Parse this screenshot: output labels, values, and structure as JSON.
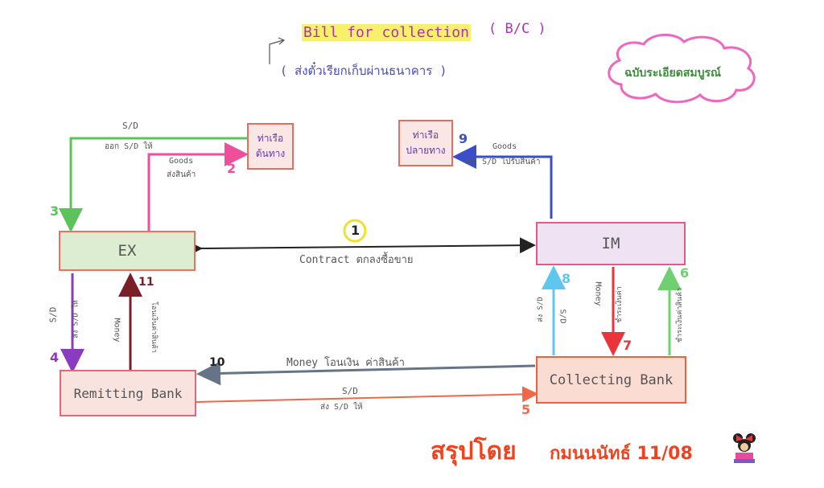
{
  "title": {
    "main": "Bill  for  collection",
    "abbr": "( B/C )",
    "thai": "( ส่งตั๋วเรียกเก็บผ่านธนาคาร )"
  },
  "cloud_text": "ฉบับระเอียดสมบูรณ์",
  "boxes": {
    "ex": "EX",
    "im": "IM",
    "remitting": "Remitting  Bank",
    "collecting": "Collecting  Bank",
    "port_origin": [
      "ท่าเรือ",
      "ต้นทาง"
    ],
    "port_dest": [
      "ท่าเรือ",
      "ปลายทาง"
    ]
  },
  "labels": {
    "sd_top": "S/D",
    "sd_top_thai": "ออก S/D ให้",
    "goods_left": "Goods",
    "goods_left_thai": "ส่งสินค้า",
    "goods_right": "Goods",
    "goods_right_thai": "เอา S/D ไปรับสินค้า",
    "contract": "Contract  ตกลงซื้อขาย",
    "money_10": "Money  โอนเงิน ค่าสินค้า",
    "sd_bottom": "S/D",
    "sd_bottom_thai": "ส่ง S/D ให้",
    "sd_left": "S/D",
    "sd_left_thai": "ส่ง S/D ให้",
    "money_11": "Money",
    "money_11_thai": "โอนเงินค่าสินค้า",
    "sd_8": "S/D",
    "sd_8_thai": "ส่ง S/D",
    "money_7": "Money",
    "money_7_thai": "ชำระเงินค่า",
    "pay_6": "ชำระเงินค่าสินค้า"
  },
  "numbers": {
    "n1": "1",
    "n2": "2",
    "n3": "3",
    "n4": "4",
    "n5": "5",
    "n6": "6",
    "n7": "7",
    "n8": "8",
    "n9": "9",
    "n10": "10",
    "n11": "11"
  },
  "footer": {
    "summary": "สรุปโดย",
    "author": "กมนนนัทธ์ 11/08"
  },
  "colors": {
    "green": "#5cc25c",
    "pink": "#ee4f9a",
    "blue": "#3a4fc7",
    "black": "#222222",
    "purple": "#8a3cc0",
    "maroon": "#7a1e2a",
    "gray_blue": "#667488",
    "coral": "#f06848",
    "sky": "#5fc6ee",
    "red": "#e8343a",
    "title_purple": "#b030b8",
    "footer_orange": "#f0421e"
  },
  "icons": [
    "arrow-icon",
    "minnie-icon"
  ]
}
